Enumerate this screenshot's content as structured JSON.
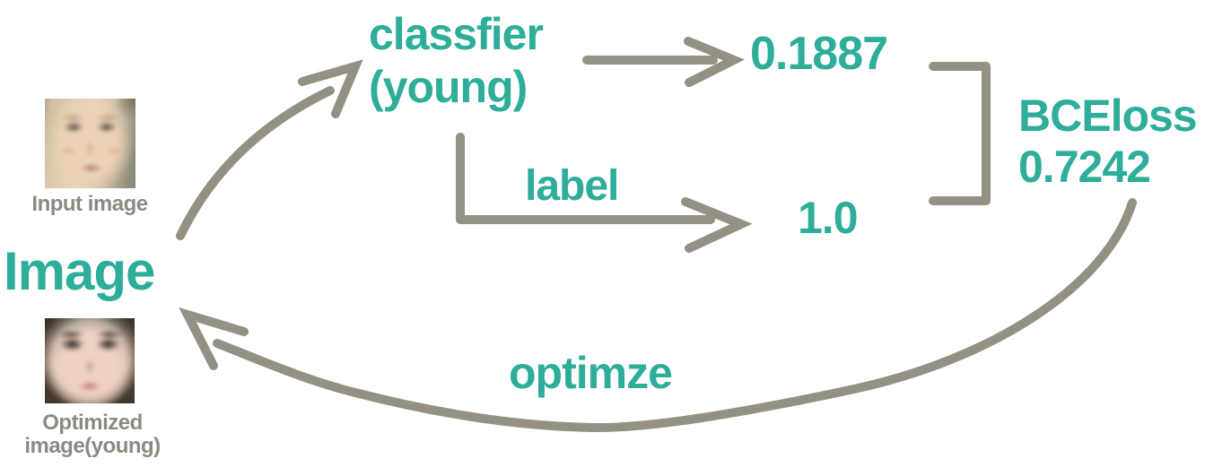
{
  "palette": {
    "teal": "#2dad9a",
    "arrow_gray": "#949184",
    "caption_gray": "#8c8a80",
    "background": "#ffffff"
  },
  "nodes": {
    "image": "Image",
    "classifier_line1": "classfier",
    "classifier_line2": "(young)",
    "prediction_value": "0.1887",
    "label_text": "label",
    "label_value": "1.0",
    "loss_name": "BCEloss",
    "loss_value": "0.7242",
    "optimize": "optimze"
  },
  "photos": {
    "input_caption": "Input image",
    "optimized_caption_line1": "Optimized",
    "optimized_caption_line2": "image(young)"
  }
}
